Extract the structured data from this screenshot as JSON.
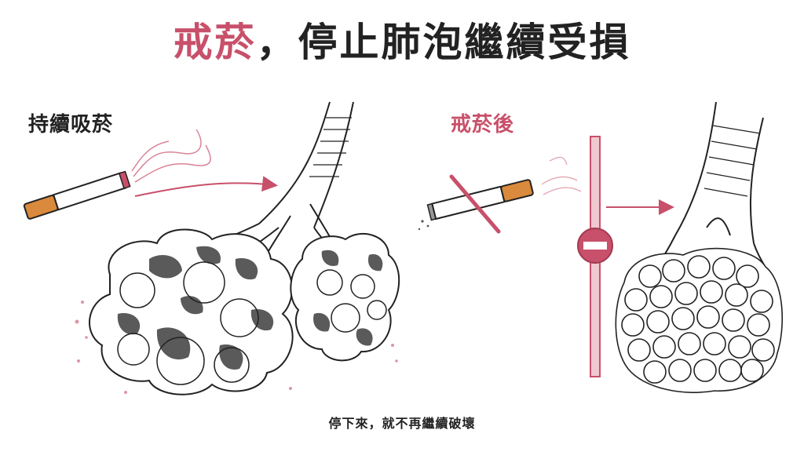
{
  "title": {
    "accent": "戒菸",
    "rest": "，停止肺泡繼續受損"
  },
  "left_label": "持續吸菸",
  "right_label": "戒菸後",
  "caption": "停下來，就不再繼續破壞",
  "colors": {
    "accent": "#c8506a",
    "text": "#222222",
    "cigarette_filter": "#d98a3c"
  }
}
